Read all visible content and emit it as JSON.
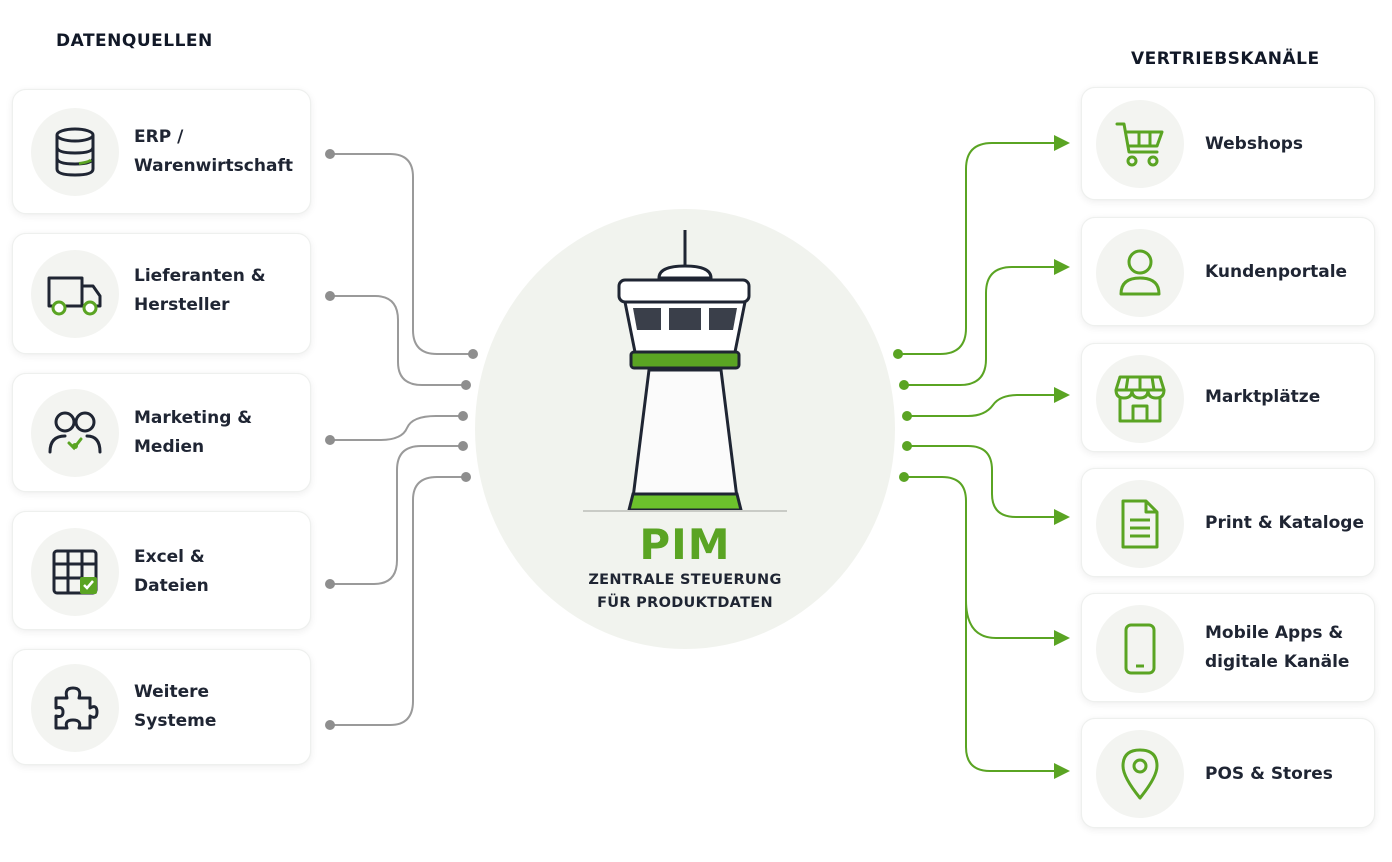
{
  "sources": {
    "heading": "DATENQUELLEN",
    "items": [
      {
        "line1": "ERP /",
        "line2": "Warenwirtschaft",
        "icon": "database-icon"
      },
      {
        "line1": "Lieferanten &",
        "line2": "Hersteller",
        "icon": "truck-icon"
      },
      {
        "line1": "Marketing &",
        "line2": "Medien",
        "icon": "people-icon"
      },
      {
        "line1": "Excel &",
        "line2": "Dateien",
        "icon": "spreadsheet-icon"
      },
      {
        "line1": "Weitere",
        "line2": "Systeme",
        "icon": "puzzle-icon"
      }
    ]
  },
  "channels": {
    "heading": "VERTRIEBSKANÄLE",
    "items": [
      {
        "line1": "Webshops",
        "line2": "",
        "icon": "shopping-cart-icon"
      },
      {
        "line1": "Kundenportale",
        "line2": "",
        "icon": "user-icon"
      },
      {
        "line1": "Marktplätze",
        "line2": "",
        "icon": "storefront-icon"
      },
      {
        "line1": "Print & Kataloge",
        "line2": "",
        "icon": "document-icon"
      },
      {
        "line1": "Mobile Apps &",
        "line2": "digitale Kanäle",
        "icon": "smartphone-icon"
      },
      {
        "line1": "POS & Stores",
        "line2": "",
        "icon": "location-pin-icon"
      }
    ]
  },
  "hub": {
    "title": "PIM",
    "subtitle_line1": "ZENTRALE STEUERUNG",
    "subtitle_line2": "FÜR PRODUKTDATEN",
    "icon": "control-tower-icon"
  },
  "colors": {
    "accent_green": "#5aa423",
    "connector_gray": "#8e8e8e",
    "hub_background": "#f1f3ee",
    "icon_dark": "#1f2533"
  }
}
